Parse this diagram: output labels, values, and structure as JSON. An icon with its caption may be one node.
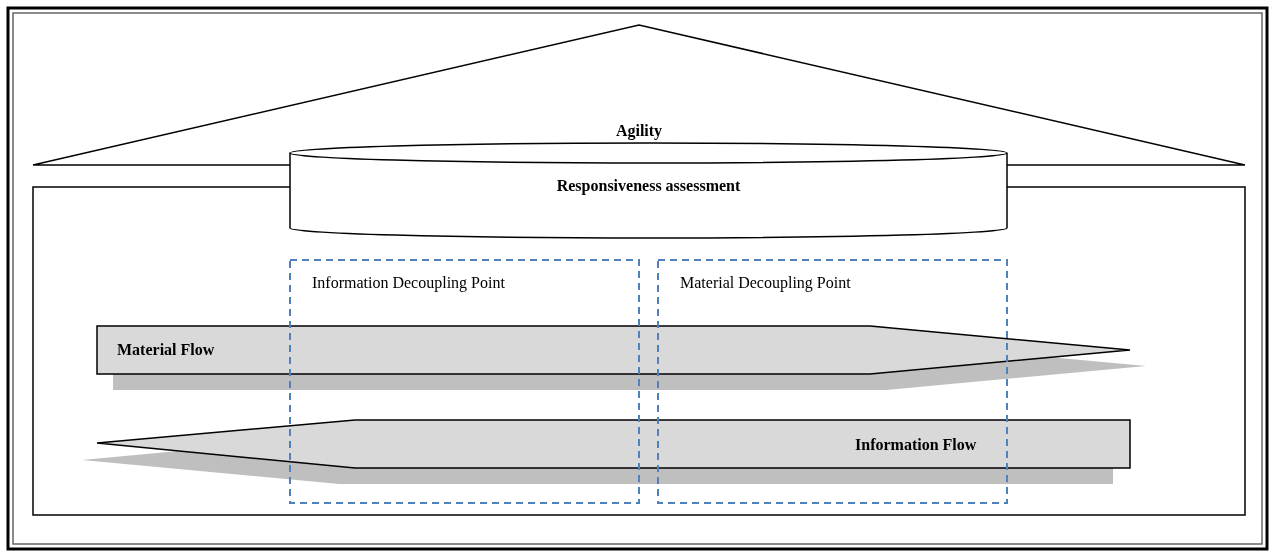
{
  "diagram": {
    "nodes": [
      {
        "text": [
          "Agility"
        ]
      },
      {
        "text": [
          "Responsiveness assessment"
        ]
      },
      {
        "text": [
          "Information Decoupling Point"
        ]
      },
      {
        "text": [
          "Material Decoupling Point"
        ]
      },
      {
        "text": [
          "Material Flow"
        ]
      },
      {
        "text": [
          "Information Flow"
        ]
      }
    ]
  }
}
